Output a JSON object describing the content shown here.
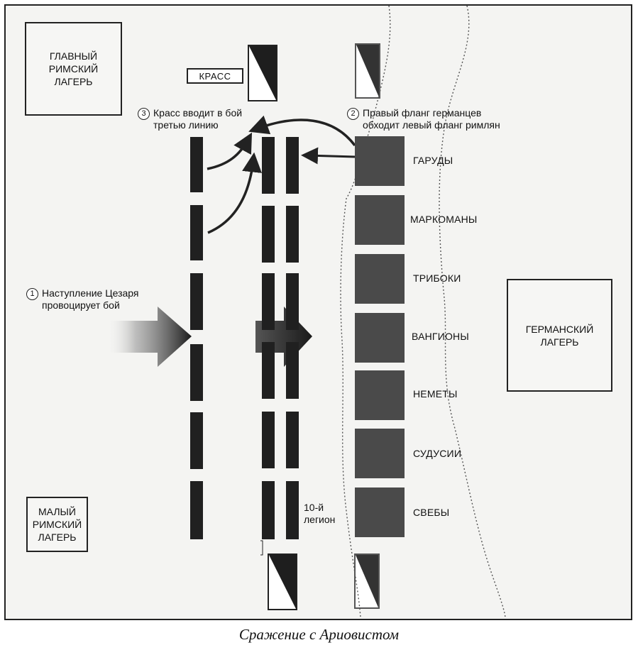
{
  "camps": {
    "main_roman": "ГЛАВНЫЙ\nРИМСКИЙ\nЛАГЕРЬ",
    "small_roman": "МАЛЫЙ\nРИМСКИЙ\nЛАГЕРЬ",
    "german": "ГЕРМАНСКИЙ\nЛАГЕРЬ"
  },
  "krass_label": "КРАСС",
  "annotations": {
    "step1_num": "1",
    "step1_text": "Наступление Цезаря\nпровоцирует бой",
    "step2_num": "2",
    "step2_text": "Правый фланг германцев\nобходит левый фланг римлян",
    "step3_num": "3",
    "step3_text": "Красс вводит в бой\nтретью линию"
  },
  "legion_label": "10-й\nлегион",
  "tribes": [
    "ГАРУДЫ",
    "МАРКОМАНЫ",
    "ТРИБОКИ",
    "ВАНГИОНЫ",
    "НЕМЕТЫ",
    "СУДУСИИ",
    "СВЕБЫ"
  ],
  "caption": "Сражение с Ариовистом",
  "colors": {
    "unit": "#202020",
    "tribe": "#4a4a4a",
    "background": "#f4f4f2"
  }
}
